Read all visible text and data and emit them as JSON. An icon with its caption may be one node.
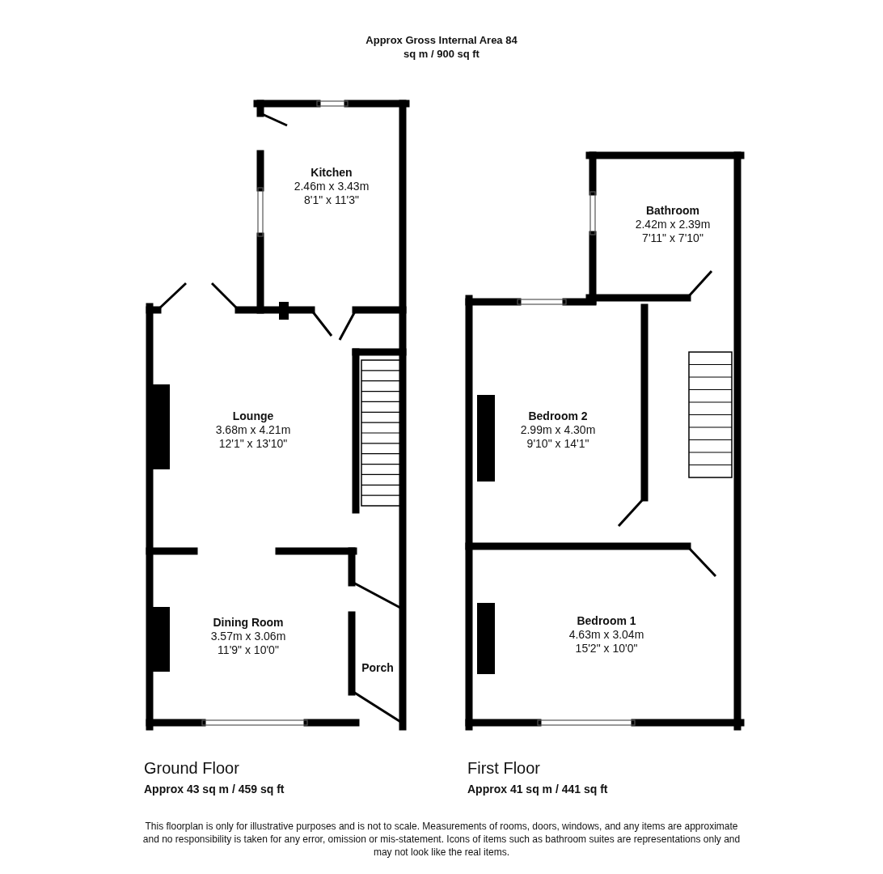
{
  "diagram": {
    "title": "Approx Gross Internal Area 84 sq m / 900 sq ft",
    "caption": "This floorplan is only for illustrative purposes and is not to scale. Measurements of rooms, doors, windows, and any items are approximate and no responsibility is taken for any error, omission or mis-statement. Icons of items such as bathroom suites are representations only and may not look like the real items.",
    "nodes": [
      {
        "text": [
          "Kitchen",
          "2.46m x 3.43m",
          "8'1\" x 11'3\""
        ]
      },
      {
        "text": [
          "Lounge",
          "3.68m x 4.21m",
          "12'1\" x 13'10\""
        ]
      },
      {
        "text": [
          "Dining Room",
          "3.57m x 3.06m",
          "11'9\" x 10'0\""
        ]
      },
      {
        "text": [
          "Porch"
        ]
      },
      {
        "text": [
          "Bathroom",
          "2.42m x 2.39m",
          "7'11\" x 7'10\""
        ]
      },
      {
        "text": [
          "Bedroom 2",
          "2.99m x 4.30m",
          "9'10\" x 14'1\""
        ]
      },
      {
        "text": [
          "Bedroom 1",
          "4.63m x 3.04m",
          "15'2\" x 10'0\""
        ]
      }
    ],
    "labels": [
      "Ground Floor",
      "Approx 43 sq m / 459 sq ft",
      "First Floor",
      "Approx 41 sq m / 441 sq ft"
    ]
  }
}
